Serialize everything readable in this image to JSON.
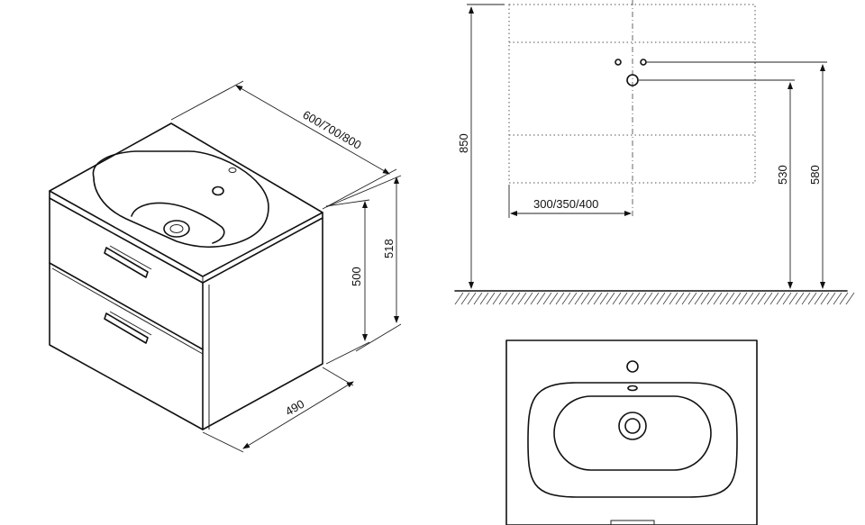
{
  "iso_view": {
    "width_label": "600/700/800",
    "depth_label": "490",
    "body_height_label": "500",
    "total_height_label": "518"
  },
  "front_view": {
    "mount_height_label": "850",
    "offset_label": "300/350/400",
    "outlet_height_label": "530",
    "supply_height_label": "580"
  }
}
